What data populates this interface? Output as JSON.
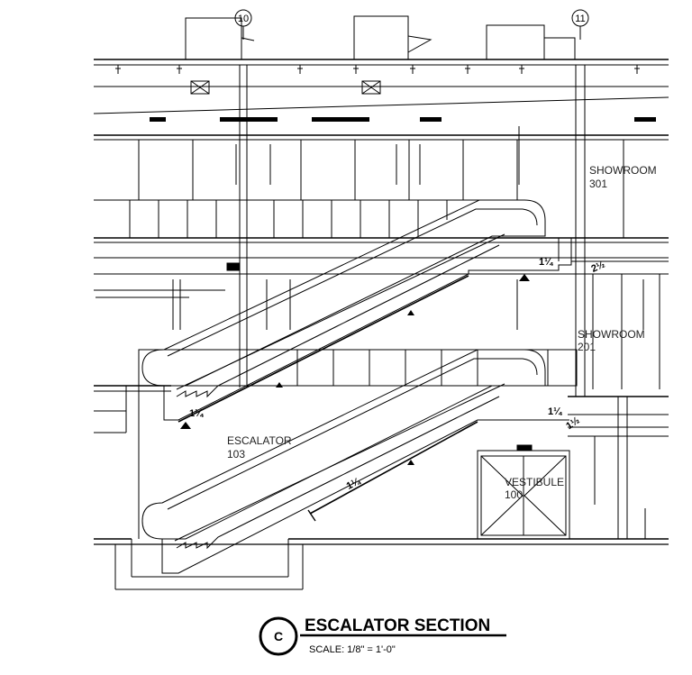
{
  "grid_bubbles": [
    "10",
    "11"
  ],
  "rooms": {
    "showroom_301": {
      "name": "SHOWROOM",
      "number": "301"
    },
    "showroom_201": {
      "name": "SHOWROOM",
      "number": "201"
    },
    "escalator_103": {
      "name": "ESCALATOR",
      "number": "103"
    },
    "vestibule_100": {
      "name": "VESTIBULE",
      "number": "100"
    }
  },
  "dimensions": {
    "upper_right": "1¼",
    "upper_right_angle": "2½",
    "mid_left": "1¼",
    "mid_right": "1¼",
    "mid_right_angle": "1½",
    "lower_diag": "1¼"
  },
  "title_block": {
    "mark": "C",
    "title": "ESCALATOR SECTION",
    "scale": "SCALE: 1/8\" = 1'-0\""
  }
}
